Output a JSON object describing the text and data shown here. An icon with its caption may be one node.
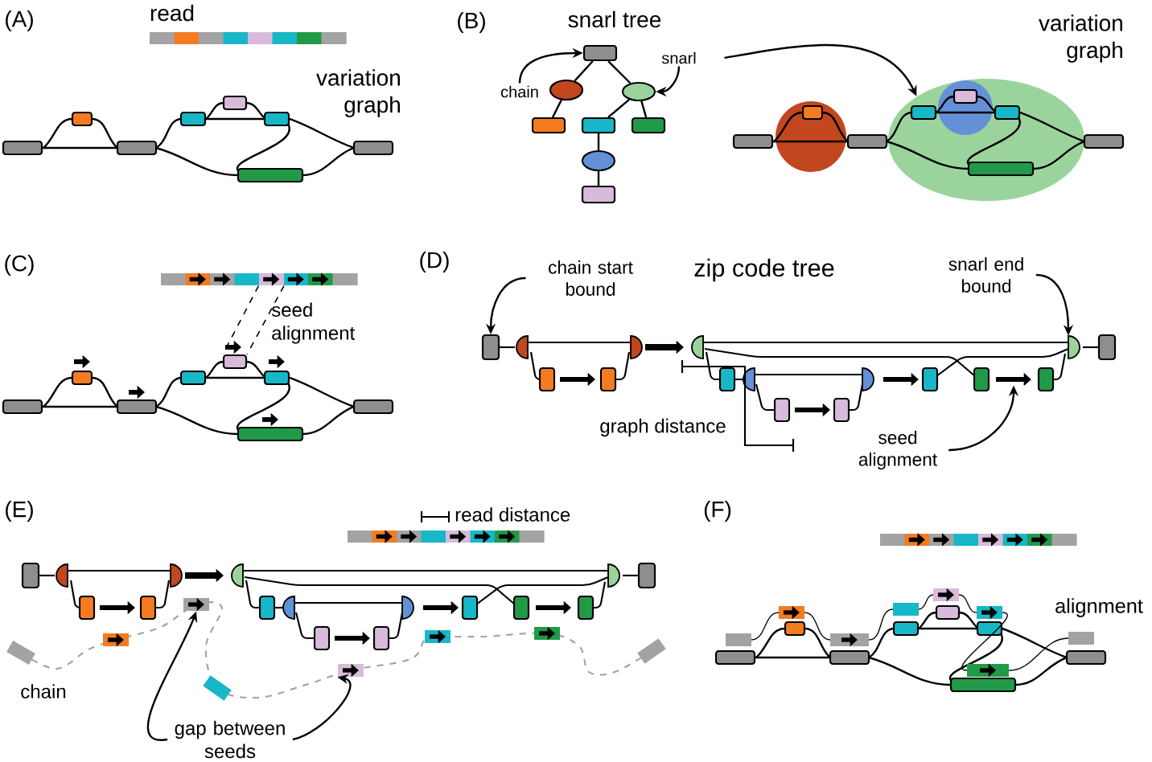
{
  "diagram": {
    "nodes": [
      {
        "text": [
          "chain"
        ]
      },
      {
        "text": [],
        "shape": "box"
      },
      {
        "text": [],
        "shape": "ellipse"
      },
      {
        "text": [],
        "shape": "ellipse"
      },
      {
        "text": [],
        "shape": "box"
      },
      {
        "text": [],
        "shape": "box"
      },
      {
        "text": [],
        "shape": "box"
      },
      {
        "text": [],
        "shape": "ellipse"
      },
      {
        "text": [],
        "shape": "box"
      },
      {
        "text": [
          "snarl"
        ]
      },
      {
        "text": [],
        "shape": "ellipse"
      },
      {
        "text": [],
        "shape": "box"
      },
      {
        "text": [],
        "shape": "box"
      },
      {
        "text": [
          "chain start bound"
        ]
      },
      {
        "text": [],
        "shape": "box"
      },
      {
        "text": [
          "snarl end bound"
        ]
      },
      {
        "text": [],
        "shape": "semicircle"
      },
      {
        "text": [
          "seed alignment"
        ]
      },
      {
        "text": [],
        "shape": "arrow"
      },
      {
        "text": [
          "gap between seeds"
        ]
      },
      {
        "text": [],
        "shape": "box"
      },
      {
        "text": [],
        "shape": "box"
      }
    ],
    "edges": [
      {
        "from": 0,
        "to": 1,
        "arrow": "to"
      },
      {
        "from": 1,
        "to": 2,
        "arrow": "none"
      },
      {
        "from": 1,
        "to": 3,
        "arrow": "none"
      },
      {
        "from": 2,
        "to": 4,
        "arrow": "none"
      },
      {
        "from": 3,
        "to": 5,
        "arrow": "none"
      },
      {
        "from": 3,
        "to": 6,
        "arrow": "none"
      },
      {
        "from": 5,
        "to": 7,
        "arrow": "none"
      },
      {
        "from": 7,
        "to": 8,
        "arrow": "none"
      },
      {
        "from": 9,
        "to": 3,
        "arrow": "to"
      },
      {
        "from": 9,
        "to": 10,
        "arrow": "to"
      },
      {
        "from": 11,
        "to": 12,
        "arrow": "none",
        "style": "dashed"
      },
      {
        "from": 11,
        "to": 12,
        "arrow": "none",
        "style": "dashed"
      },
      {
        "from": 13,
        "to": 14,
        "arrow": "to"
      },
      {
        "from": 15,
        "to": 16,
        "arrow": "to"
      },
      {
        "from": 17,
        "to": 18,
        "arrow": "to"
      },
      {
        "from": 19,
        "to": 20,
        "arrow": "to"
      },
      {
        "from": 19,
        "to": 21,
        "arrow": "to"
      }
    ],
    "labels": [
      "(A)",
      "read",
      "variation graph",
      "(B)",
      "snarl tree",
      "variation graph",
      "(C)",
      "seed alignment",
      "(D)",
      "zip code tree",
      "graph distance",
      "(E)",
      "read distance",
      "chain",
      "(F)",
      "alignment"
    ]
  }
}
